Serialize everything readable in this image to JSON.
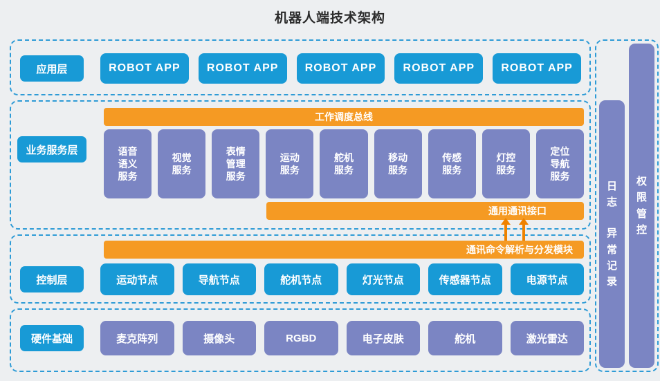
{
  "title": "机器人端技术架构",
  "layers": {
    "app": {
      "label": "应用层",
      "items": [
        "ROBOT APP",
        "ROBOT APP",
        "ROBOT APP",
        "ROBOT APP",
        "ROBOT APP"
      ]
    },
    "service": {
      "label": "业务服务层",
      "top_bus": "工作调度总线",
      "items": [
        "语音\n语义\n服务",
        "视觉\n服务",
        "表情\n管理\n服务",
        "运动\n服务",
        "舵机\n服务",
        "移动\n服务",
        "传感\n服务",
        "灯控\n服务",
        "定位\n导航\n服务"
      ],
      "bottom_bus": "通用通讯接口"
    },
    "control": {
      "label": "控制层",
      "top_bus": "通讯命令解析与分发模块",
      "items": [
        "运动节点",
        "导航节点",
        "舵机节点",
        "灯光节点",
        "传感器节点",
        "电源节点"
      ]
    },
    "hardware": {
      "label": "硬件基础",
      "items": [
        "麦克阵列",
        "摄像头",
        "RGBD",
        "电子皮肤",
        "舵机",
        "激光雷达"
      ]
    }
  },
  "sidebars": {
    "log_line1": "日志",
    "log_line2": "异常记录",
    "permission": "权限管控"
  },
  "colors": {
    "blue": "#189ad6",
    "purple": "#7b85c3",
    "orange": "#f59a23",
    "arrow": "#ef8200",
    "dashed_border": "#2e9bd6",
    "background": "#edeff1"
  }
}
